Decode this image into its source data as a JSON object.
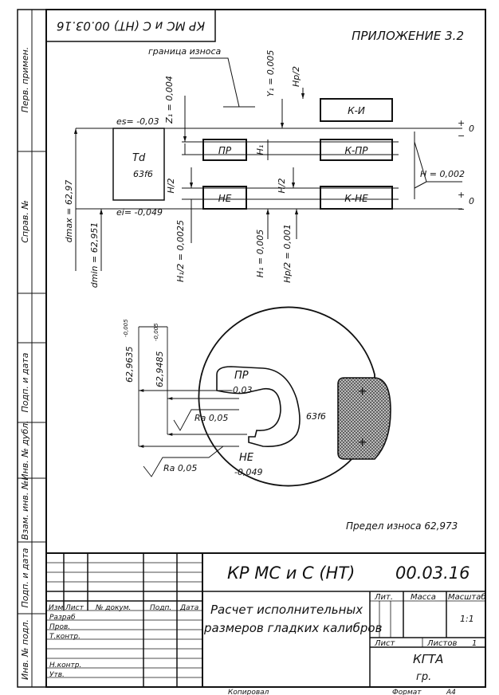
{
  "stamp_top": "КР МС и С (НТ) 00.03.16",
  "appendix": "ПРИЛОЖЕНИЕ 3.2",
  "side_labels": [
    "Перв. примен.",
    "Справ. №",
    "Подп. и дата",
    "Инв. № дубл.",
    "Взам. инв. №",
    "Подп. и дата",
    "Инв. № подл."
  ],
  "scheme": {
    "wear_limit_label": "граница износа",
    "es": "es= -0,03",
    "ei": "ei= -0,049",
    "td": "Td",
    "fit": "63f6",
    "dmax": "dmax = 62,97",
    "dmin": "dmin = 62,951",
    "z": "Z₁ = 0,004",
    "y": "Y₁ = 0,005",
    "hp2_top": "Hp/2",
    "h1_mid": "H₁",
    "h12_left": "H/2",
    "h12_right": "H/2",
    "h12_low": "H₁/2 = 0,0025",
    "h1_low": "H₁ = 0,005",
    "hp2_low": "Hp/2 = 0,001",
    "h_right": "H = 0,002",
    "zero": "0",
    "plus": "+",
    "minus": "−",
    "gauges": [
      "ПР",
      "НЕ",
      "К-И",
      "К-ПР",
      "К-НЕ"
    ]
  },
  "gauge_drawing": {
    "dim1": "62,9635",
    "dim1_tol": "-0,005",
    "dim2": "62,9485",
    "dim2_tol": "-0,005",
    "pr": "ПР",
    "pr_dev": "-0,03",
    "ne": "НЕ",
    "ne_dev": "-0,049",
    "ra1": "Ra 0,05",
    "ra2": "Ra 0,05",
    "fit": "63f6",
    "wear_limit": "Предел износа 62,973"
  },
  "title_block": {
    "doc_code": "КР МС и С (НТ)",
    "doc_number": "00.03.16",
    "headers": [
      "Изм",
      "Лист",
      "№ докум.",
      "Подп.",
      "Дата"
    ],
    "roles": [
      "Разраб",
      "Пров.",
      "Т.контр.",
      "",
      "Н.контр.",
      "Утв."
    ],
    "title_line1": "Расчет исполнительных",
    "title_line2": "размеров гладких калибров",
    "lit": "Лит.",
    "mass": "Масса",
    "scale": "Масштаб",
    "scale_value": "1:1",
    "sheet": "Лист",
    "sheets": "Листов",
    "sheets_value": "1",
    "org": "КГТА",
    "group": "гр.",
    "copied": "Копировал",
    "format": "Формат",
    "format_value": "А4"
  }
}
